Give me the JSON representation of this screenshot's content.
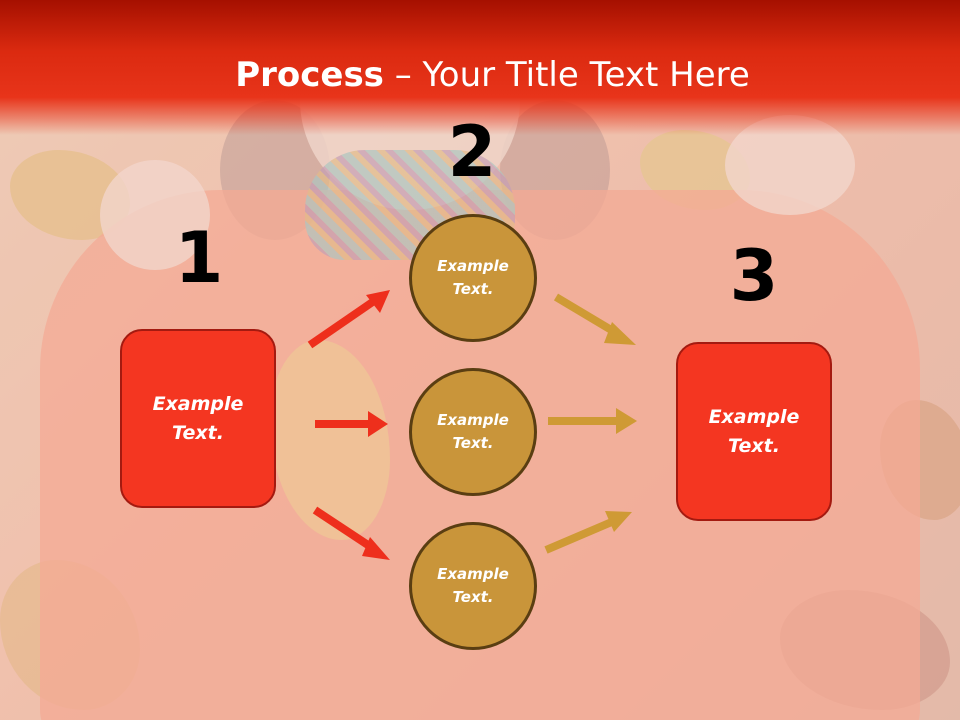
{
  "title": {
    "bold": "Process",
    "rest": " – Your Title Text Here"
  },
  "steps": {
    "one": "1",
    "two": "2",
    "three": "3"
  },
  "nodes": {
    "left_box": "Example Text.",
    "circle_top": "Example Text.",
    "circle_middle": "Example Text.",
    "circle_bottom": "Example Text.",
    "right_box": "Example Text."
  },
  "colors": {
    "header_red": "#e8341a",
    "box_red": "#f43621",
    "circle_gold": "#c9953a",
    "arrow_red": "#ee2f1c",
    "arrow_gold": "#cf9a35"
  }
}
